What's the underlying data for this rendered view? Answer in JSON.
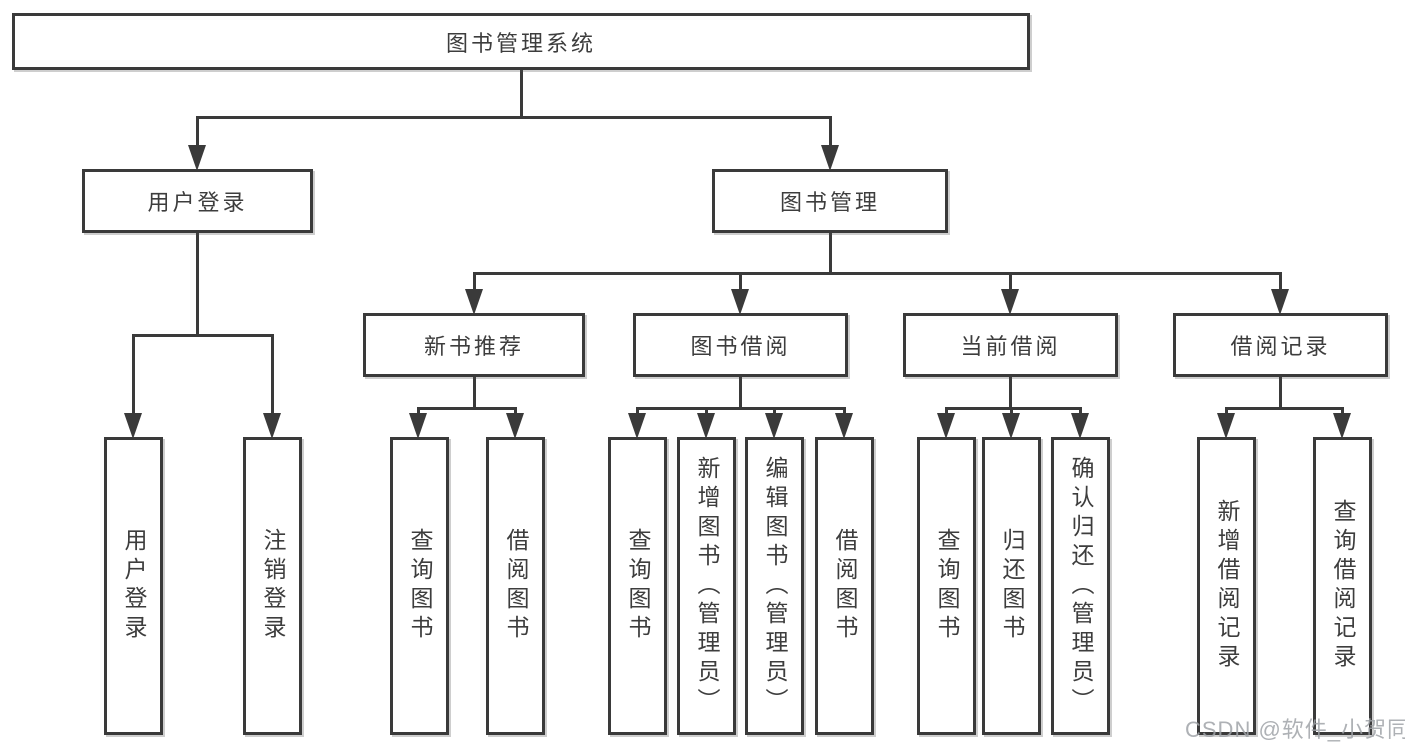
{
  "diagram": {
    "title": "图书管理系统",
    "nodes": [
      {
        "id": "root",
        "label": "图书管理系统",
        "parent": null
      },
      {
        "id": "user-login",
        "label": "用户登录",
        "parent": "root"
      },
      {
        "id": "book-management",
        "label": "图书管理",
        "parent": "root"
      },
      {
        "id": "new-book-recommend",
        "label": "新书推荐",
        "parent": "book-management"
      },
      {
        "id": "book-borrowing",
        "label": "图书借阅",
        "parent": "book-management"
      },
      {
        "id": "current-borrowing",
        "label": "当前借阅",
        "parent": "book-management"
      },
      {
        "id": "borrowing-records",
        "label": "借阅记录",
        "parent": "book-management"
      },
      {
        "id": "user-login-leaf",
        "label": "用户登录",
        "parent": "user-login"
      },
      {
        "id": "logout-leaf",
        "label": "注销登录",
        "parent": "user-login"
      },
      {
        "id": "query-books-1",
        "label": "查询图书",
        "parent": "new-book-recommend"
      },
      {
        "id": "borrow-books-1",
        "label": "借阅图书",
        "parent": "new-book-recommend"
      },
      {
        "id": "query-books-2",
        "label": "查询图书",
        "parent": "book-borrowing"
      },
      {
        "id": "add-books-admin",
        "label": "新增图书（管理员）",
        "parent": "book-borrowing"
      },
      {
        "id": "edit-books-admin",
        "label": "编辑图书（管理员）",
        "parent": "book-borrowing"
      },
      {
        "id": "borrow-books-2",
        "label": "借阅图书",
        "parent": "book-borrowing"
      },
      {
        "id": "query-books-3",
        "label": "查询图书",
        "parent": "current-borrowing"
      },
      {
        "id": "return-books",
        "label": "归还图书",
        "parent": "current-borrowing"
      },
      {
        "id": "confirm-return-admin",
        "label": "确认归还（管理员）",
        "parent": "current-borrowing"
      },
      {
        "id": "add-borrow-record",
        "label": "新增借阅记录",
        "parent": "borrowing-records"
      },
      {
        "id": "query-borrow-record",
        "label": "查询借阅记录",
        "parent": "borrowing-records"
      }
    ]
  },
  "watermark": {
    "text": "CSDN @软件_小贺同学"
  },
  "colors": {
    "line": "#3a3a3a",
    "box_border": "#3a3a3a",
    "text": "#3d3d3d",
    "background": "#ffffff",
    "watermark": "#a0a3a8"
  }
}
